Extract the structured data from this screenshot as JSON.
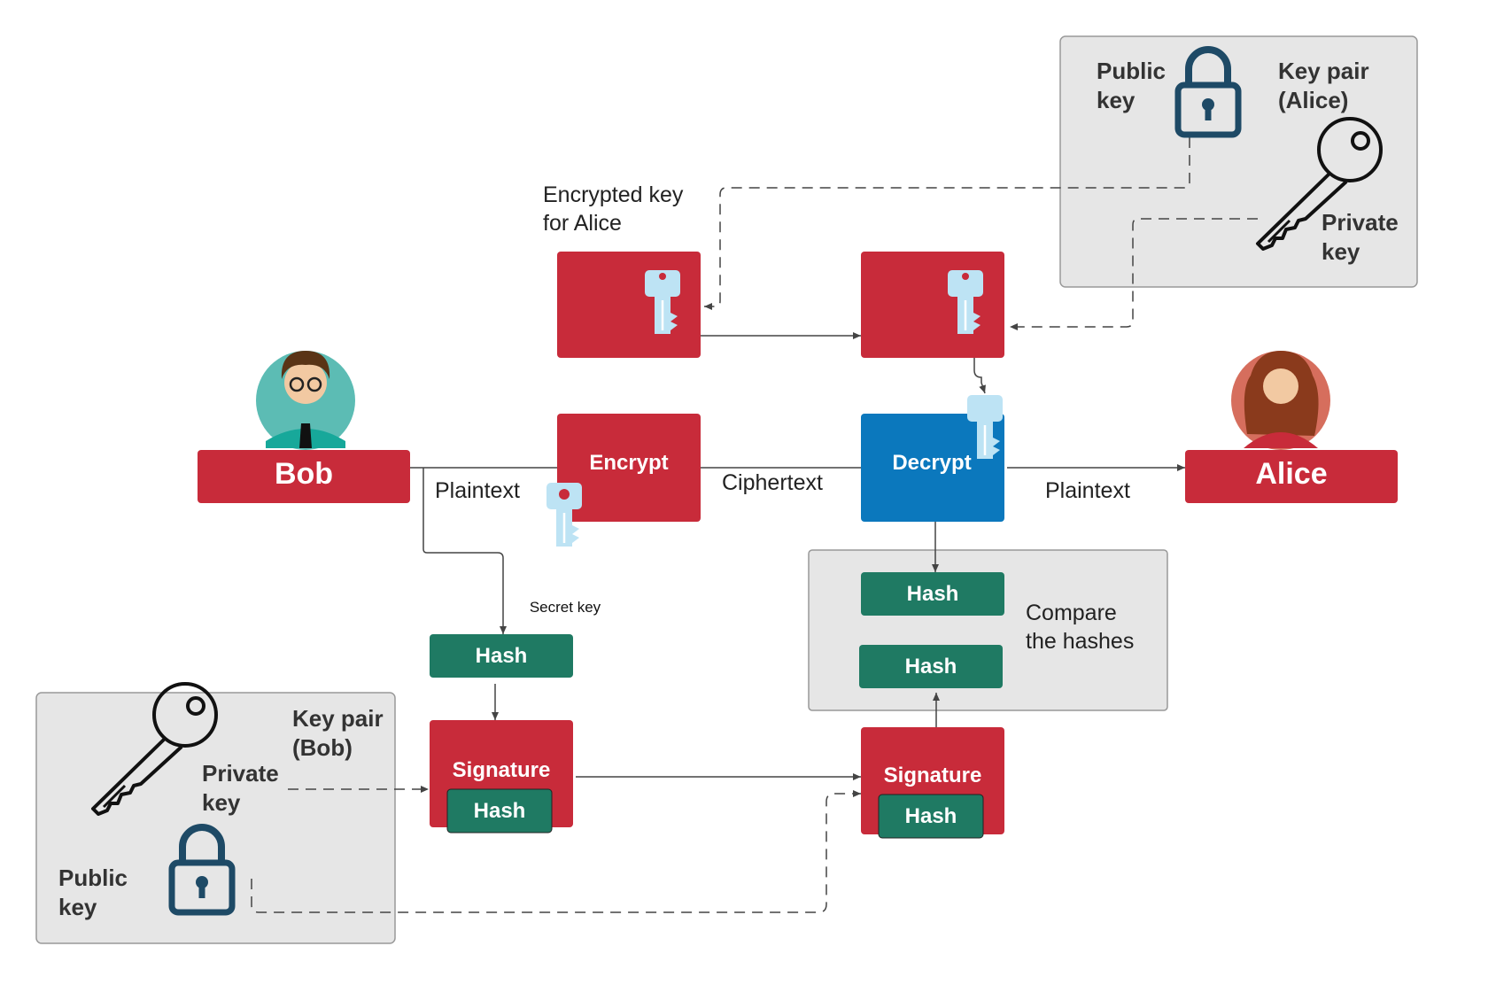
{
  "colors": {
    "red": "#c82b3a",
    "blue": "#0b78bd",
    "green": "#1f7a63",
    "panel": "#e6e6e6",
    "panel_border": "#999999",
    "key_light": "#bde3f4",
    "lock_navy": "#1e4a66",
    "line": "#444444"
  },
  "people": {
    "bob": {
      "label": "Bob",
      "icon": "bob-avatar-icon"
    },
    "alice": {
      "label": "Alice",
      "icon": "alice-avatar-icon"
    }
  },
  "boxes": {
    "encrypt": "Encrypt",
    "decrypt": "Decrypt",
    "signature_left": "Signature",
    "signature_right": "Signature",
    "hash_bob": "Hash",
    "hash_in_sig_left": "Hash",
    "hash_in_sig_right": "Hash",
    "hash_compare_top": "Hash",
    "hash_compare_bottom": "Hash"
  },
  "labels": {
    "plaintext_left": "Plaintext",
    "ciphertext": "Ciphertext",
    "plaintext_right": "Plaintext",
    "secret_key": "Secret key",
    "encrypted_key_line1": "Encrypted key",
    "encrypted_key_line2": "for Alice",
    "compare_line1": "Compare",
    "compare_line2": "the hashes"
  },
  "alice_keypair": {
    "public_line1": "Public",
    "public_line2": "key",
    "title_line1": "Key pair",
    "title_line2": "(Alice)",
    "private_line1": "Private",
    "private_line2": "key"
  },
  "bob_keypair": {
    "title_line1": "Key pair",
    "title_line2": "(Bob)",
    "private_line1": "Private",
    "private_line2": "key",
    "public_line1": "Public",
    "public_line2": "key"
  }
}
